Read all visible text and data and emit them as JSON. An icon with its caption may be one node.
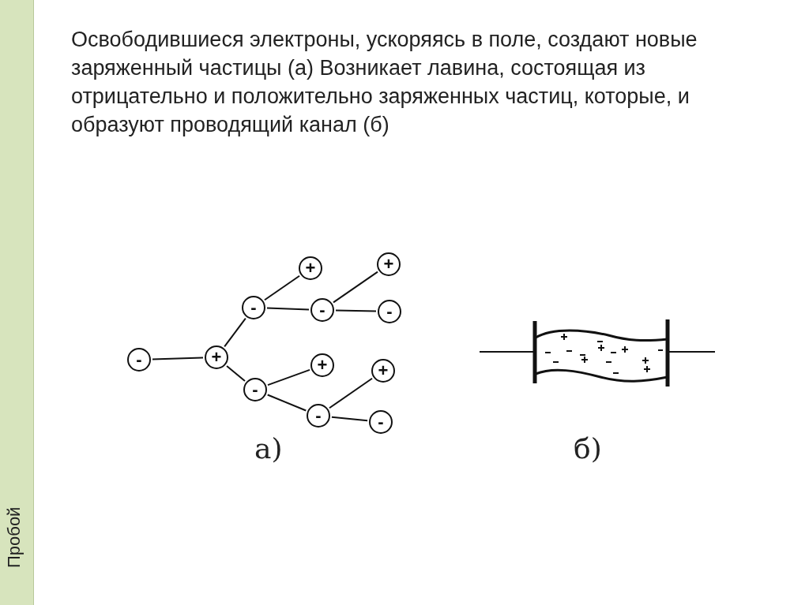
{
  "diagram": {
    "title": "Пробой",
    "nodes": [
      {
        "text": [
          "-"
        ]
      },
      {
        "text": [
          "+"
        ]
      },
      {
        "text": [
          "-"
        ]
      },
      {
        "text": [
          "+"
        ]
      },
      {
        "text": [
          "-"
        ]
      },
      {
        "text": [
          "+"
        ]
      },
      {
        "text": [
          "-"
        ]
      },
      {
        "text": [
          "+"
        ]
      },
      {
        "text": [
          "-"
        ]
      },
      {
        "text": [
          "-"
        ]
      },
      {
        "text": [
          "+"
        ]
      },
      {
        "text": [
          "-"
        ]
      }
    ],
    "edges": [
      {
        "from": 0,
        "to": 1,
        "arrow": "none"
      },
      {
        "from": 1,
        "to": 2,
        "arrow": "none"
      },
      {
        "from": 2,
        "to": 3,
        "arrow": "none"
      },
      {
        "from": 2,
        "to": 4,
        "arrow": "none"
      },
      {
        "from": 4,
        "to": 5,
        "arrow": "none"
      },
      {
        "from": 4,
        "to": 6,
        "arrow": "none"
      },
      {
        "from": 1,
        "to": 8,
        "arrow": "none"
      },
      {
        "from": 8,
        "to": 7,
        "arrow": "none"
      },
      {
        "from": 8,
        "to": 9,
        "arrow": "none"
      },
      {
        "from": 9,
        "to": 10,
        "arrow": "none"
      },
      {
        "from": 9,
        "to": 11,
        "arrow": "none"
      }
    ],
    "labels": [
      "Освободившиеся электроны, ускоряясь в поле, создают новые заряженный частицы (а) Возникает лавина, состоящая из отрицательно и положительно заряженных частиц, которые, и образуют проводящий канал (б)",
      "а)",
      "б)"
    ]
  }
}
